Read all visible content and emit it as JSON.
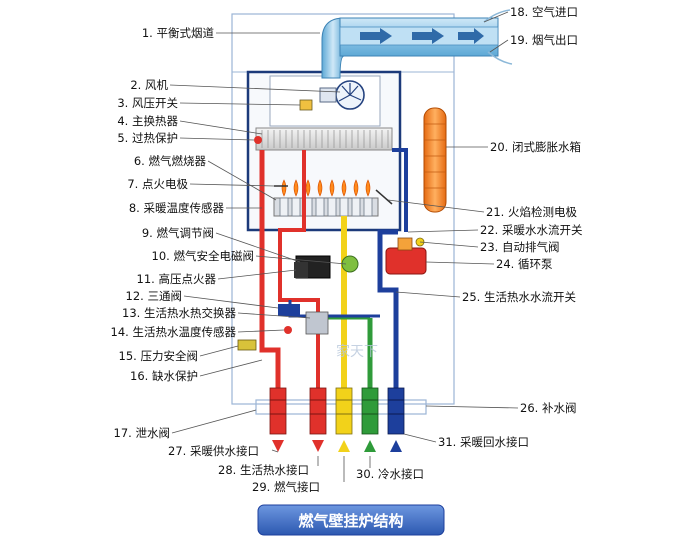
{
  "title": "燃气壁挂炉结构",
  "watermark": "家天下",
  "colors": {
    "frame": "#1c3a7a",
    "flue": "#8fc6e8",
    "hot_red": "#e0312b",
    "gas_yellow": "#f2d21a",
    "cold_green": "#2f9b3a",
    "return_blue": "#1d3f9c",
    "tank_orange": "#f08a2a",
    "flame": "#ff8a1c",
    "title_bg": "#3b6cc8"
  },
  "labels_left": [
    {
      "text": "1. 平衡式烟道"
    },
    {
      "text": "2. 风机"
    },
    {
      "text": "3. 风压开关"
    },
    {
      "text": "4. 主换热器"
    },
    {
      "text": "5. 过热保护"
    },
    {
      "text": "6. 燃气燃烧器"
    },
    {
      "text": "7. 点火电极"
    },
    {
      "text": "8. 采暖温度传感器"
    },
    {
      "text": "9. 燃气调节阀"
    },
    {
      "text": "10. 燃气安全电磁阀"
    },
    {
      "text": "11. 高压点火器"
    },
    {
      "text": "12. 三通阀"
    },
    {
      "text": "13. 生活热水热交换器"
    },
    {
      "text": "14. 生活热水温度传感器"
    },
    {
      "text": "15. 压力安全阀"
    },
    {
      "text": "16. 缺水保护"
    },
    {
      "text": "17. 泄水阀"
    }
  ],
  "labels_right": [
    {
      "text": "18. 空气进口"
    },
    {
      "text": "19. 烟气出口"
    },
    {
      "text": "20. 闭式膨胀水箱"
    },
    {
      "text": "21. 火焰检测电极"
    },
    {
      "text": "22. 采暖水水流开关"
    },
    {
      "text": "23. 自动排气阀"
    },
    {
      "text": "24. 循环泵"
    },
    {
      "text": "25. 生活热水水流开关"
    },
    {
      "text": "26. 补水阀"
    }
  ],
  "labels_bottom": [
    {
      "text": "27. 采暖供水接口"
    },
    {
      "text": "28. 生活热水接口"
    },
    {
      "text": "29. 燃气接口"
    },
    {
      "text": "30. 冷水接口"
    },
    {
      "text": "31. 采暖回水接口"
    }
  ]
}
